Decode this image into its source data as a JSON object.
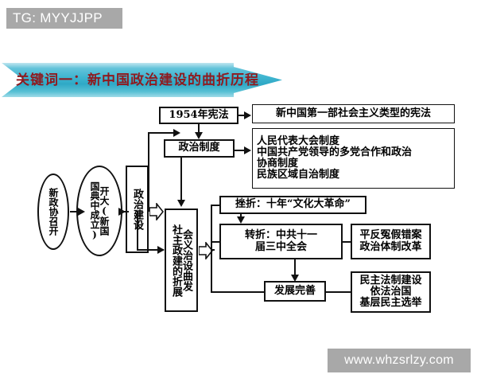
{
  "watermarks": {
    "top_left": "TG: MYYJJPP",
    "bottom_right": "www.whzsrlzy.com"
  },
  "banner": {
    "label": "关键词一：新中国政治建设的曲折历程",
    "fill_color": "#3fb5d0",
    "text_color": "#8f1a1f"
  },
  "nodes": {
    "new_cppcc": "新政协召开",
    "founding_ceremony": "开国大典(新中国成立)",
    "founding_ceremony_col_right": "国典中成立)",
    "founding_ceremony_col_left": "开大(新国",
    "political_construction": "政治建设",
    "constitution_1954": "1954年宪法",
    "constitution_result": "新中国第一部社会主义类型的宪法",
    "political_system": "政治制度",
    "political_system_items": [
      "人民代表大会制度",
      "中国共产党领导的多党合作和政治",
      "协商制度",
      "民族区域自治制度"
    ],
    "tortuous_development_col_right": "社主政建的折展",
    "tortuous_development_col_left": "会义治设曲发",
    "tortuous_development_full": "社会主义政治建设的曲折发展",
    "setback": "挫折：十年“文化大革命”",
    "turning_point_line1": "转折：中共十一",
    "turning_point_line2": "届三中全会",
    "turning_point_full": "转折：中共十一届三中全会",
    "rehabilitation_items": [
      "平反冤假错案",
      "政治体制改革"
    ],
    "development_perfection": "发展完善",
    "development_items": [
      "民主法制建设",
      "依法治国",
      "基层民主选举"
    ]
  },
  "colors": {
    "line": "#111111",
    "box_border": "#111111",
    "background": "#ffffff",
    "watermark_bg": "#a8a8a8"
  }
}
